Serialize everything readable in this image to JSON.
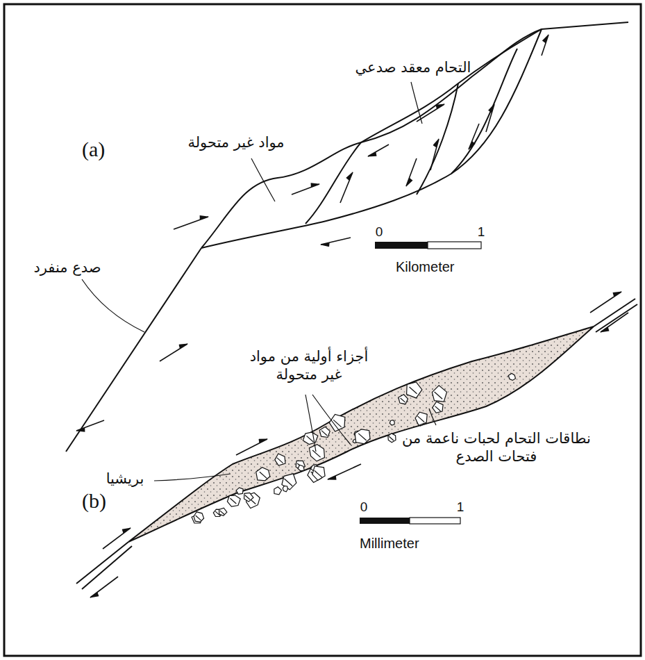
{
  "diagram": {
    "labels": [
      "(a)",
      "التحام معقد صدعي",
      "مواد غير متحولة",
      "صدع منفرد",
      "0",
      "1",
      "Kilometer",
      "(b)",
      "أجزاء أولية من مواد غير متحولة",
      "بريشيا",
      "نطاقات التحام لحبات ناعمة من فتحات الصدع",
      "0",
      "1",
      "Millimeter"
    ]
  }
}
